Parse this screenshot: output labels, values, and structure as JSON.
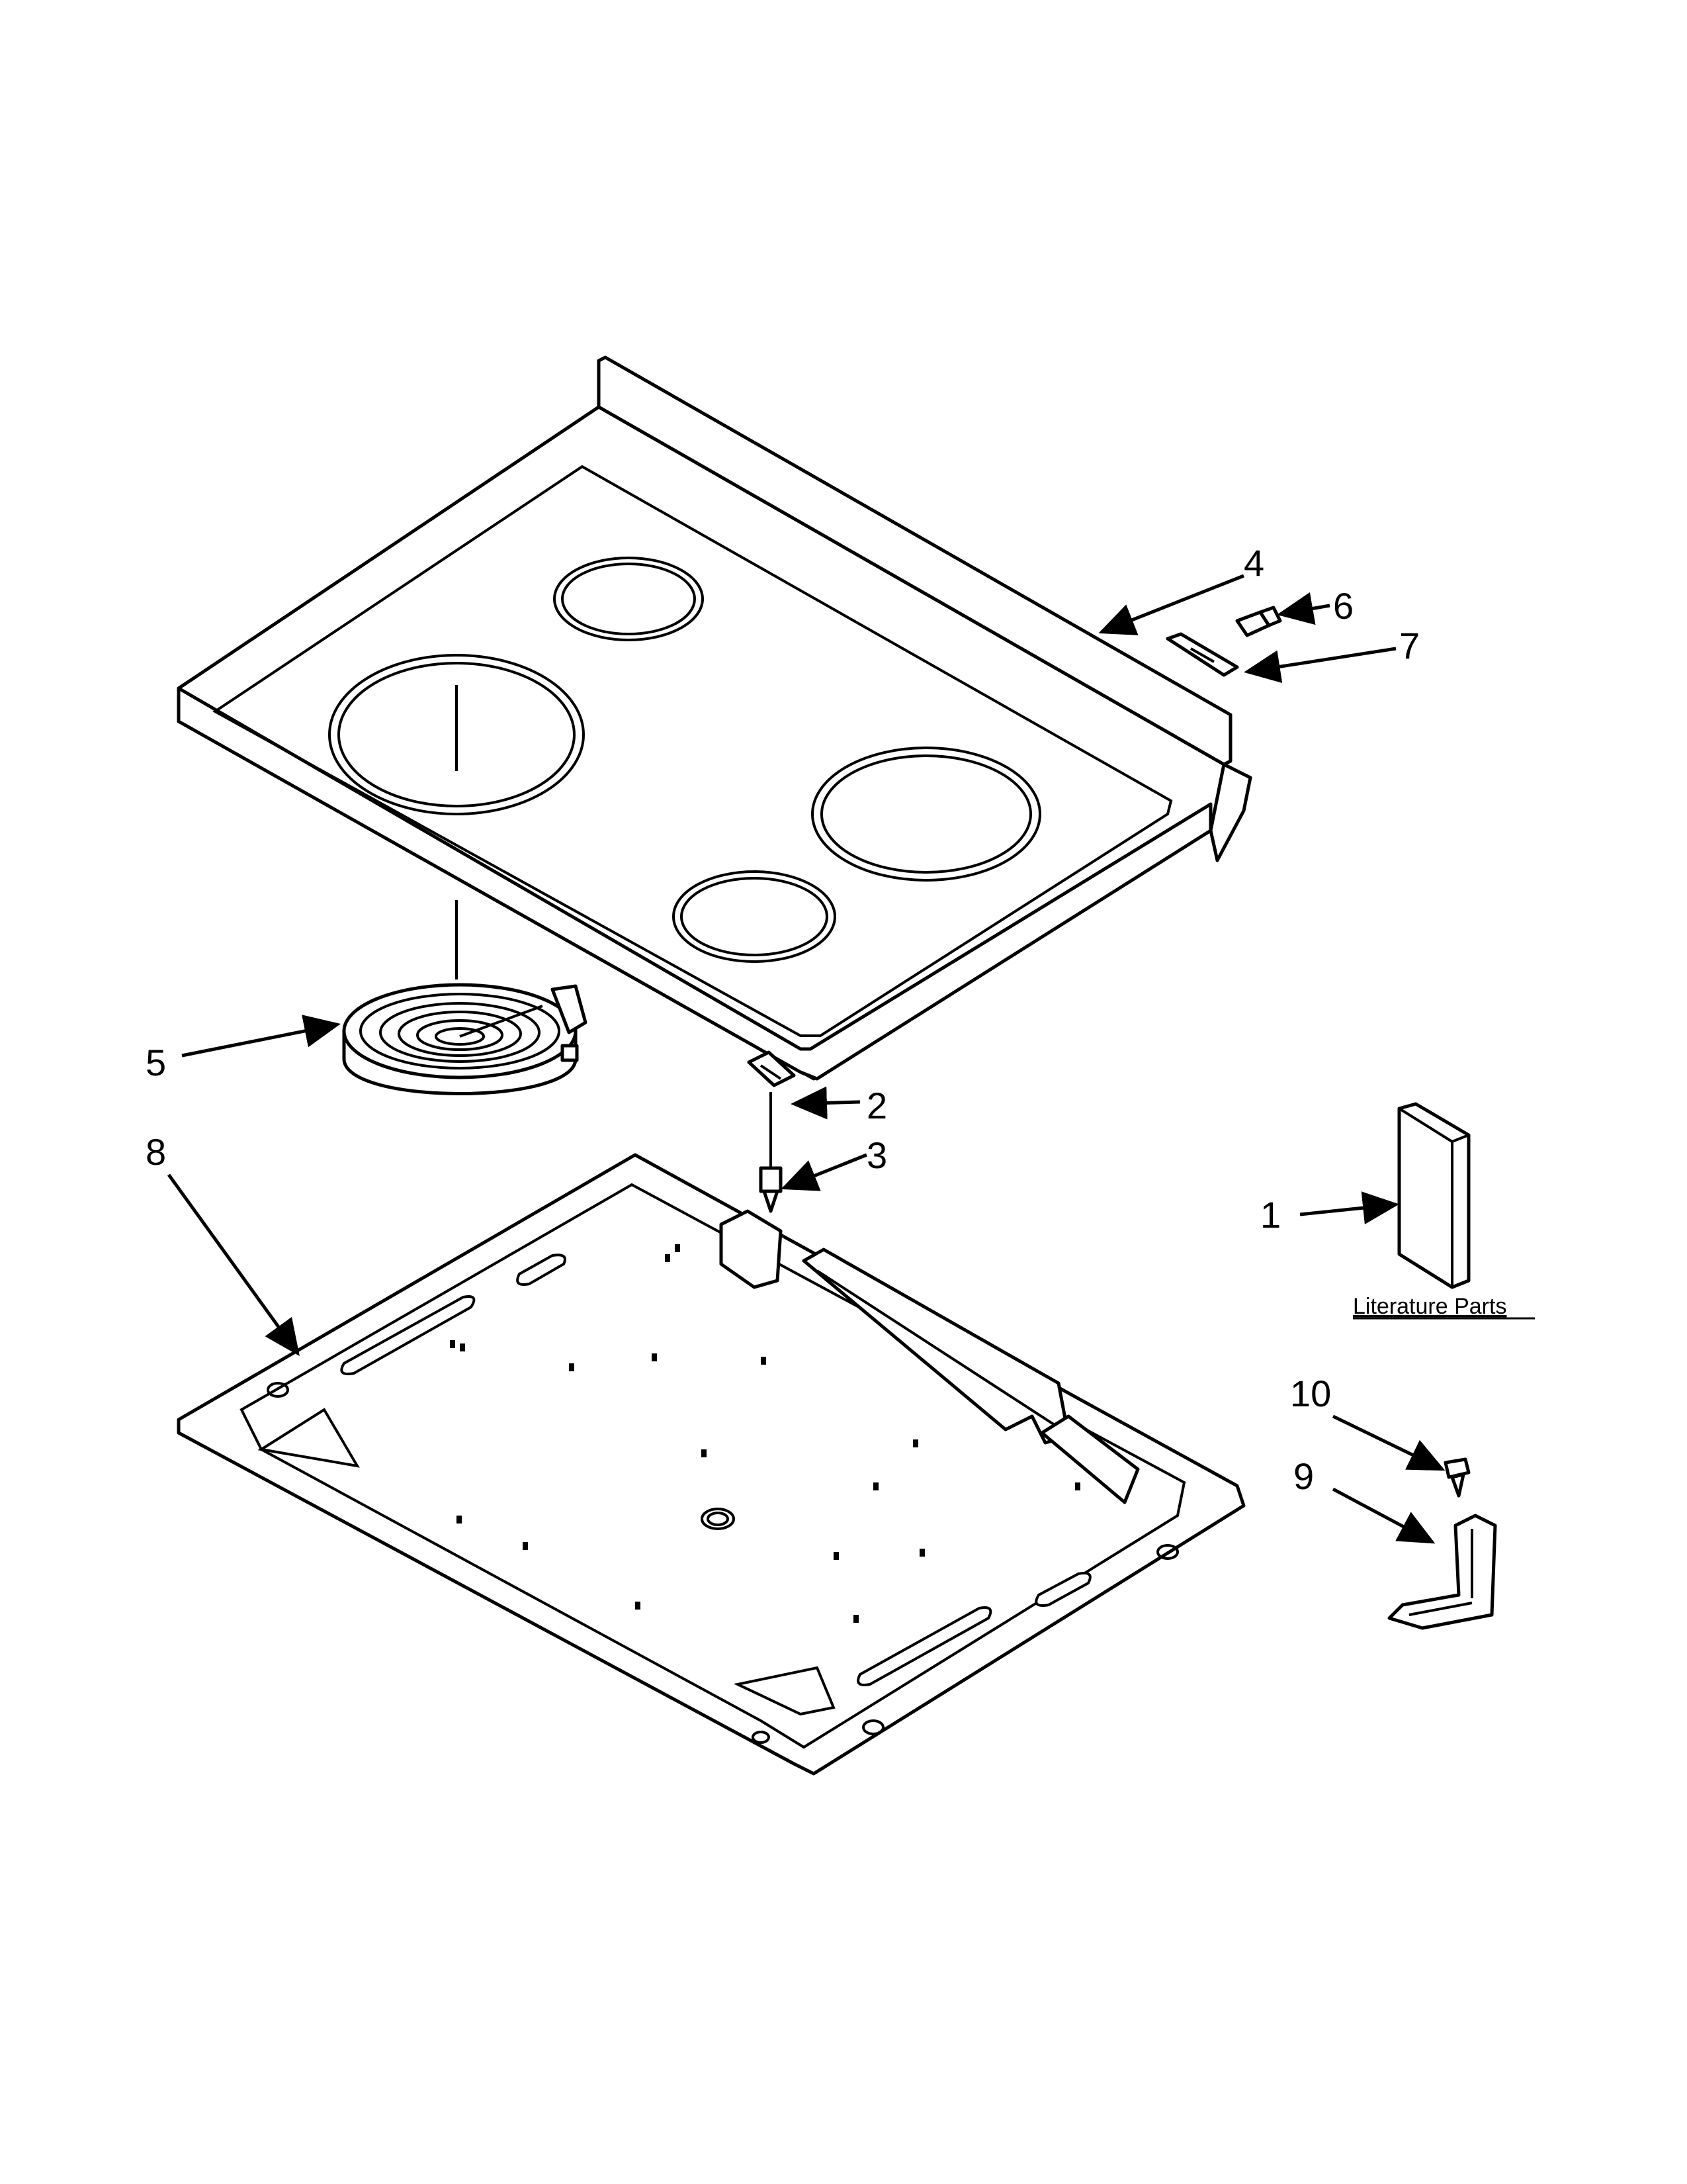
{
  "callouts": [
    {
      "id": "1",
      "label": "1"
    },
    {
      "id": "2",
      "label": "2"
    },
    {
      "id": "3",
      "label": "3"
    },
    {
      "id": "4",
      "label": "4"
    },
    {
      "id": "5",
      "label": "5"
    },
    {
      "id": "6",
      "label": "6"
    },
    {
      "id": "7",
      "label": "7"
    },
    {
      "id": "8",
      "label": "8"
    },
    {
      "id": "9",
      "label": "9"
    },
    {
      "id": "10",
      "label": "10"
    }
  ],
  "literature_parts_label": "Literature Parts"
}
